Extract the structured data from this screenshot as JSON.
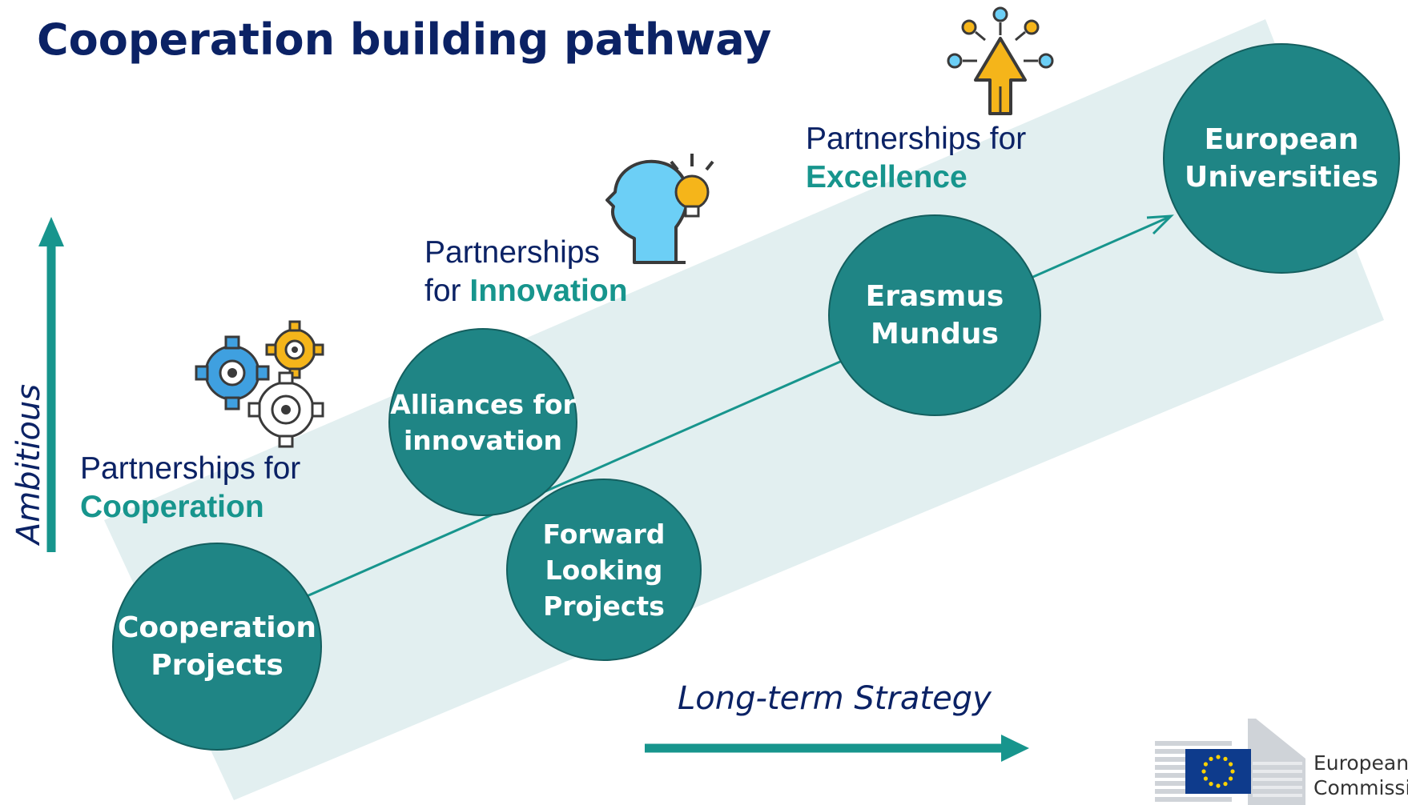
{
  "title": "Cooperation building pathway",
  "axes": {
    "vertical_label": "Ambitious",
    "horizontal_label": "Long-term Strategy"
  },
  "categories": [
    {
      "prefix": "Partnerships for",
      "emphasis": "Cooperation"
    },
    {
      "prefix": "Partnerships",
      "prefix2": "for",
      "emphasis": "Innovation"
    },
    {
      "prefix": "Partnerships for",
      "emphasis": "Excellence"
    }
  ],
  "nodes": [
    {
      "label": "Cooperation\nProjects"
    },
    {
      "label": "Alliances for\ninnovation"
    },
    {
      "label": "Forward\nLooking\nProjects"
    },
    {
      "label": "Erasmus\nMundus"
    },
    {
      "label": "European\nUniversities"
    }
  ],
  "logo": {
    "text": "European\nCommission"
  },
  "colors": {
    "title": "#0b2265",
    "accent_teal": "#17958d",
    "node_fill": "#1f8585",
    "band": "#e2eff0",
    "arrow": "#17958d",
    "gear_blue": "#3fa0e0",
    "gear_yellow": "#f5b51a",
    "head_blue": "#6ccff6",
    "icon_outline": "#3a3a3a",
    "eu_blue": "#0e3b8c",
    "eu_star": "#ffd200"
  },
  "icons": [
    "gears-icon",
    "idea-head-icon",
    "rocket-arrow-icon",
    "eu-flag-icon"
  ]
}
